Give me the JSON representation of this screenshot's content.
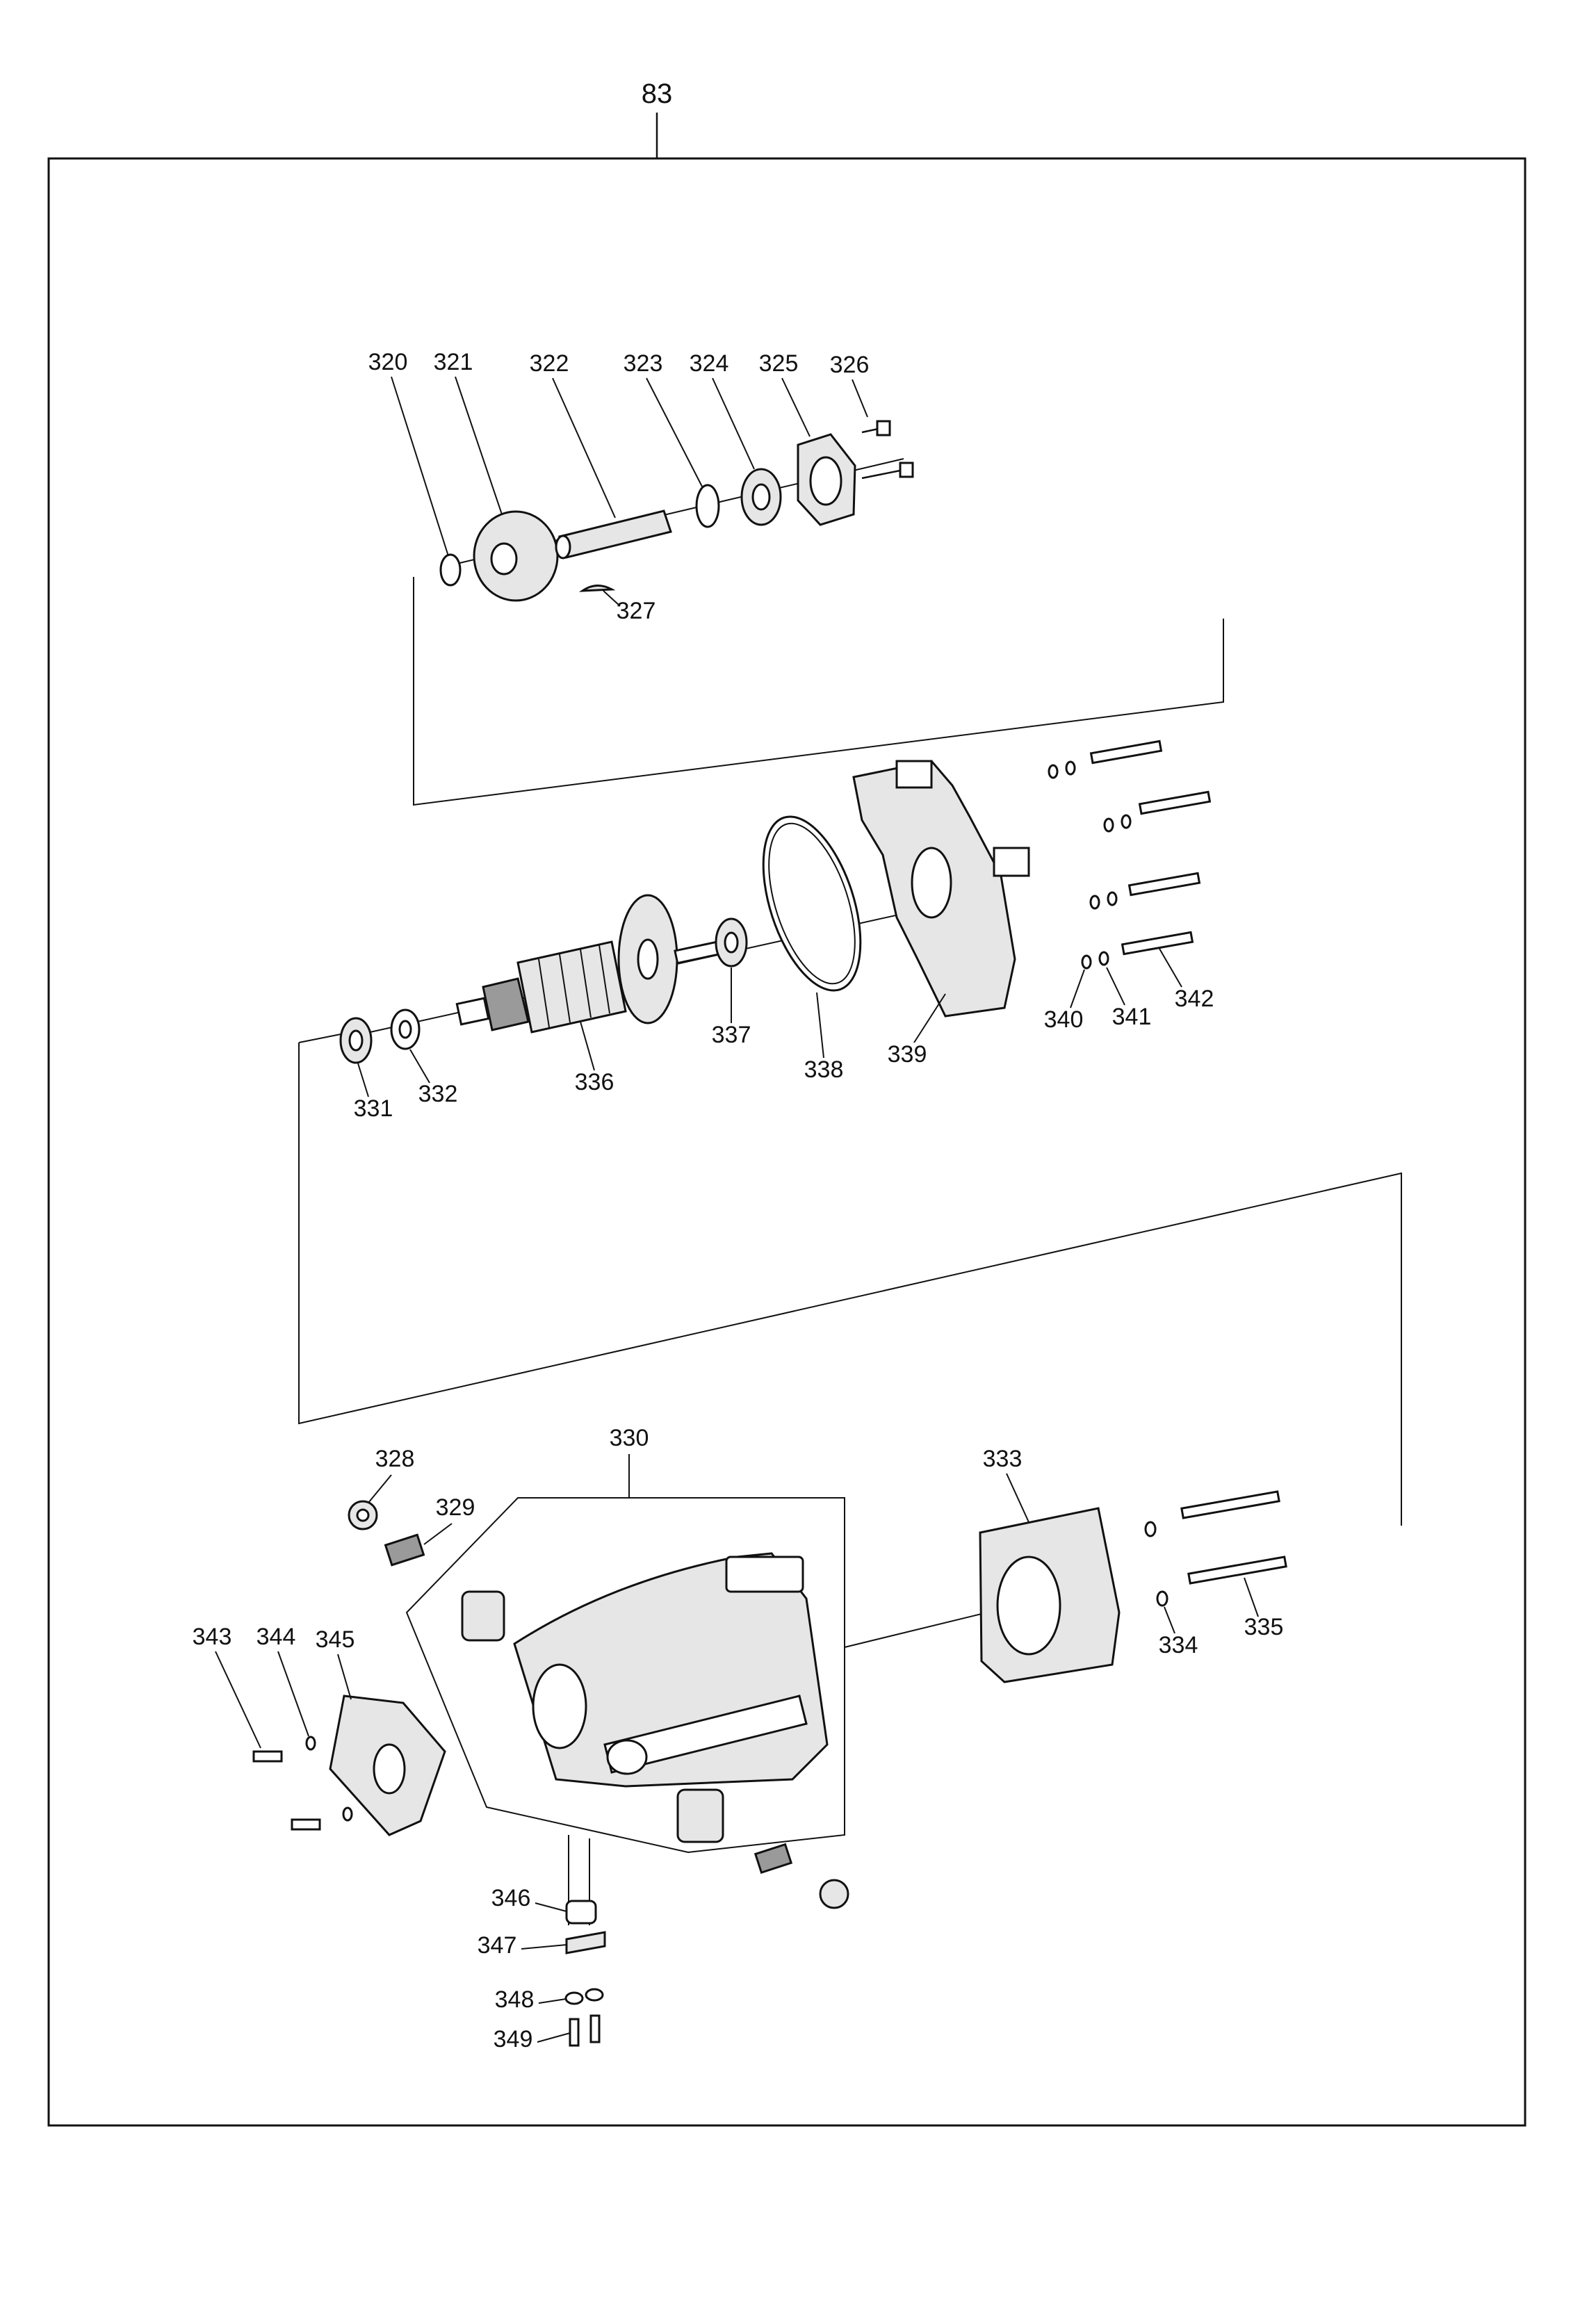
{
  "diagram": {
    "reference_number": "83",
    "part_labels": {
      "p320": "320",
      "p321": "321",
      "p322": "322",
      "p323": "323",
      "p324": "324",
      "p325": "325",
      "p326": "326",
      "p327": "327",
      "p328": "328",
      "p329": "329",
      "p330": "330",
      "p331": "331",
      "p332": "332",
      "p333": "333",
      "p334": "334",
      "p335": "335",
      "p336": "336",
      "p337": "337",
      "p338": "338",
      "p339": "339",
      "p340": "340",
      "p341": "341",
      "p342": "342",
      "p343": "343",
      "p344": "344",
      "p345": "345",
      "p346": "346",
      "p347": "347",
      "p348": "348",
      "p349": "349"
    }
  }
}
